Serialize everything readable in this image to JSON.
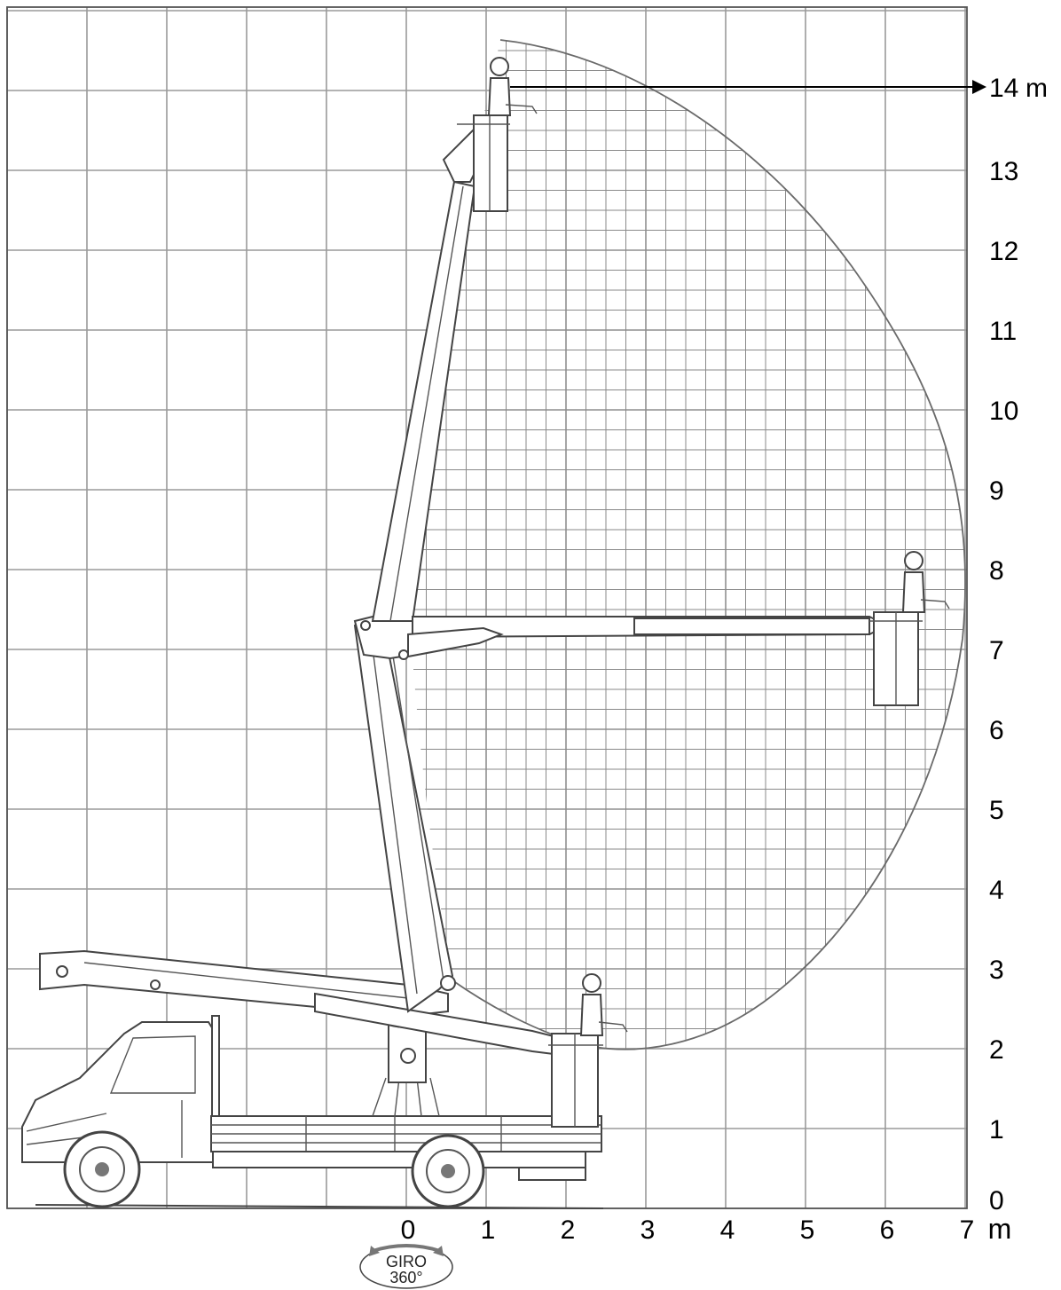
{
  "x_axis": {
    "ticks": [
      "0",
      "1",
      "2",
      "3",
      "4",
      "5",
      "6",
      "7"
    ],
    "unit": "m"
  },
  "y_axis": {
    "ticks": [
      "0",
      "1",
      "2",
      "3",
      "4",
      "5",
      "6",
      "7",
      "8",
      "9",
      "10",
      "11",
      "12",
      "13"
    ]
  },
  "max_height": {
    "value": "14",
    "unit": "m"
  },
  "rotation_badge": {
    "line1": "GIRO",
    "line2": "360°"
  },
  "colors": {
    "grid": "#9a9a9a",
    "structure": "#444444",
    "background": "#ffffff"
  }
}
